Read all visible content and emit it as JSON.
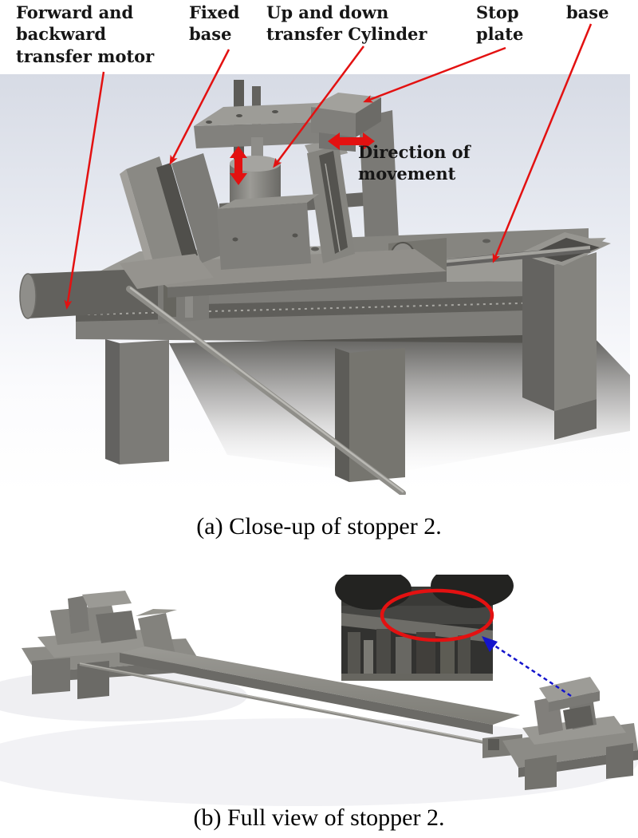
{
  "panel_a": {
    "annotations": {
      "motor": "Forward and\nbackward\ntransfer motor",
      "fixed_base": "Fixed\nbase",
      "cylinder": "Up and down\ntransfer Cylinder",
      "stop_plate": "Stop\nplate",
      "base": "base",
      "direction": "Direction of\nmovement"
    },
    "caption": "(a) Close-up of stopper 2."
  },
  "panel_b": {
    "caption": "(b) Full view of stopper 2."
  },
  "colors": {
    "annotation_red": "#e31111",
    "callout_blue": "#1414cc",
    "model_gray": "#8b8a85",
    "background_tint": "#d7dbe5"
  }
}
